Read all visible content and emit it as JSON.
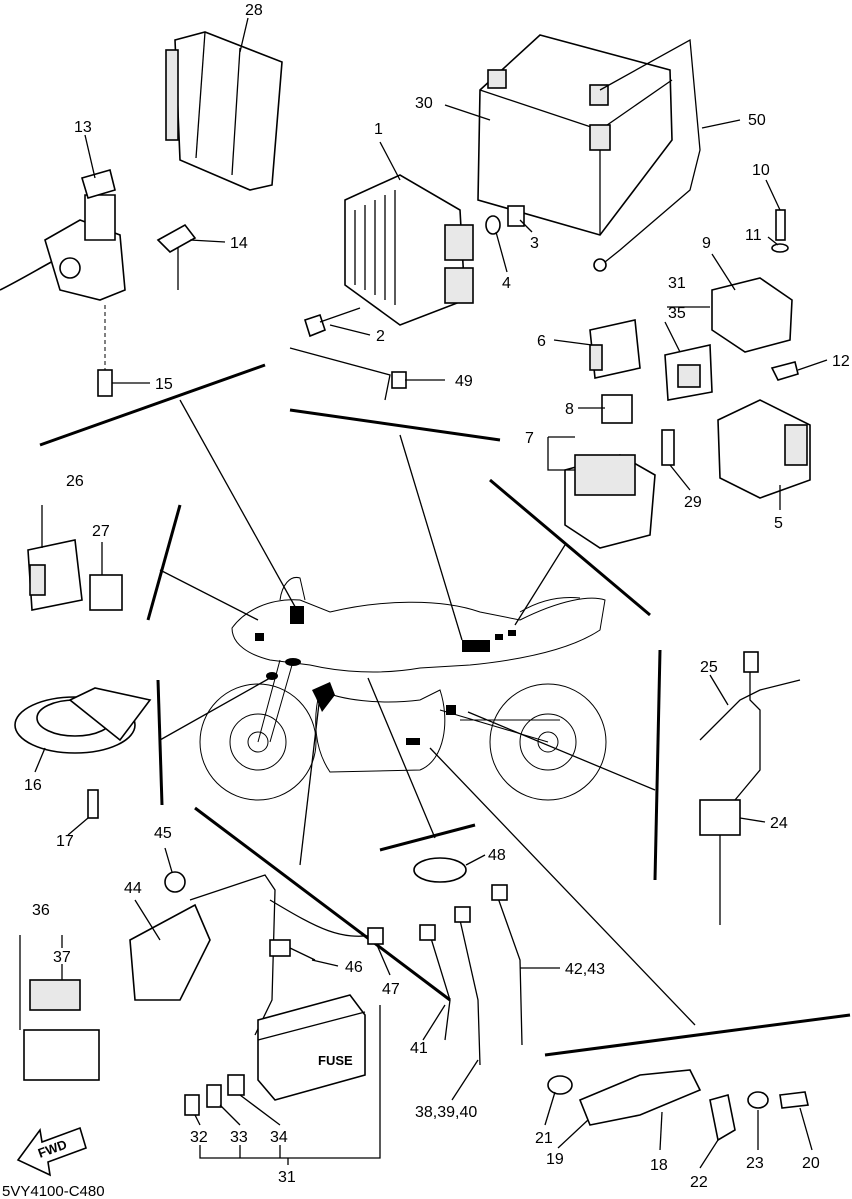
{
  "diagram": {
    "code": "5VY4100-C480",
    "fwd_label": "FWD",
    "fuse_label": "FUSE",
    "callouts": {
      "c1": "1",
      "c2": "2",
      "c3": "3",
      "c4": "4",
      "c5": "5",
      "c6": "6",
      "c7": "7",
      "c8": "8",
      "c9": "9",
      "c10": "10",
      "c11": "11",
      "c12": "12",
      "c13": "13",
      "c14": "14",
      "c15": "15",
      "c16": "16",
      "c17": "17",
      "c18": "18",
      "c19": "19",
      "c20": "20",
      "c21": "21",
      "c22": "22",
      "c23": "23",
      "c24": "24",
      "c25": "25",
      "c26": "26",
      "c27": "27",
      "c28": "28",
      "c29": "29",
      "c30": "30",
      "c31a": "31",
      "c31b": "31",
      "c32": "32",
      "c33": "33",
      "c34": "34",
      "c35": "35",
      "c36": "36",
      "c37": "37",
      "c38": "38,39,40",
      "c41": "41",
      "c42": "42,43",
      "c44": "44",
      "c45": "45",
      "c46": "46",
      "c47": "47",
      "c48": "48",
      "c49": "49",
      "c50": "50"
    }
  }
}
